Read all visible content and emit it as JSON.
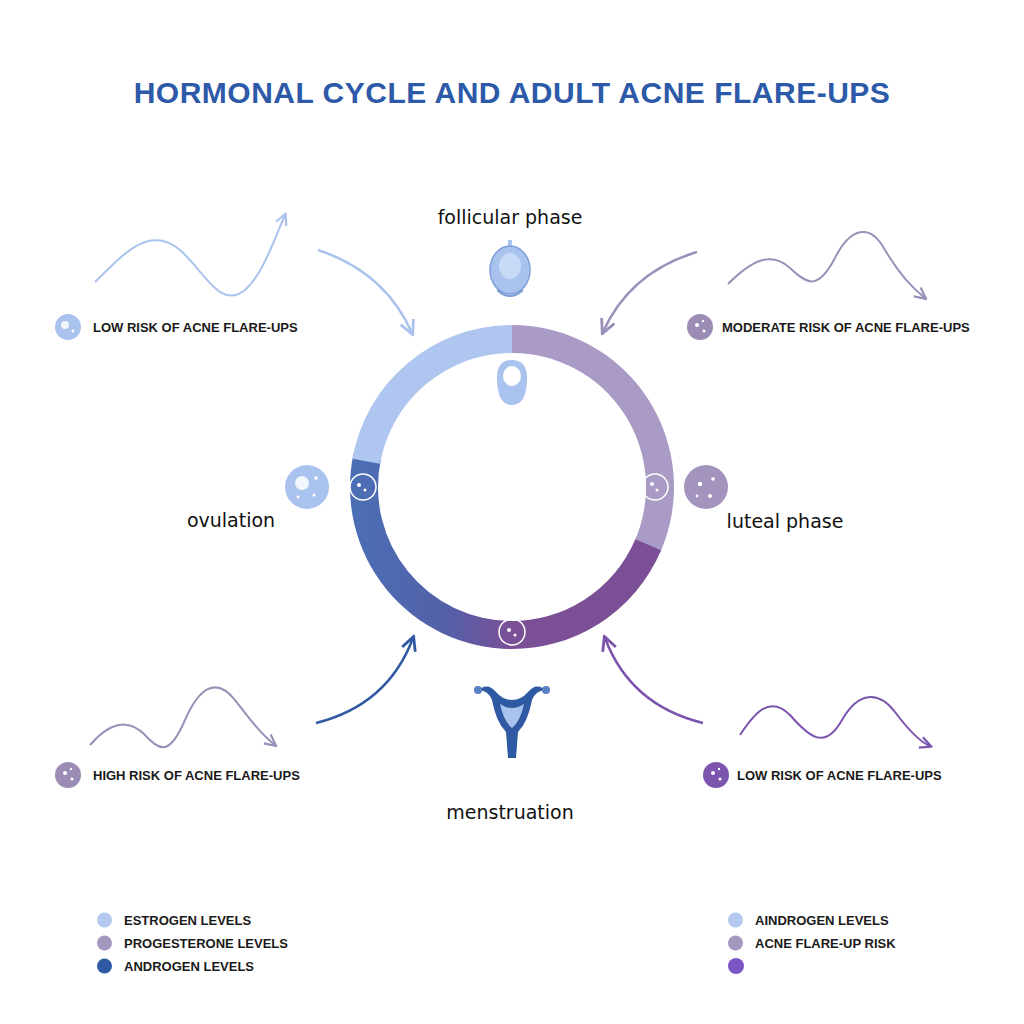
{
  "diagram": {
    "title": "HORMONAL CYCLE AND ADULT ACNE FLARE-UPS",
    "labels": [
      "follicular phase",
      "LOW RISK OF ACNE FLARE-UPS",
      "MODERATE RISK OF ACNE FLARE-UPS",
      "ovulation",
      "luteal phase",
      "HIGH RISK OF ACNE FLARE-UPS",
      "LOW RISK OF ACNE FLARE-UPS",
      "menstruation"
    ],
    "legend": [
      {
        "text": "ESTROGEN LEVELS",
        "color": "#b3c9f0"
      },
      {
        "text": "PROGESTERONE LEVELS",
        "color": "#a396bf"
      },
      {
        "text": "ANDROGEN LEVELS",
        "color": "#2f5aa3"
      },
      {
        "text": "AINDROGEN LEVELS",
        "color": "#b3c9f0"
      },
      {
        "text": "ACNE FLARE-UP RISK",
        "color": "#a396bf"
      }
    ]
  }
}
